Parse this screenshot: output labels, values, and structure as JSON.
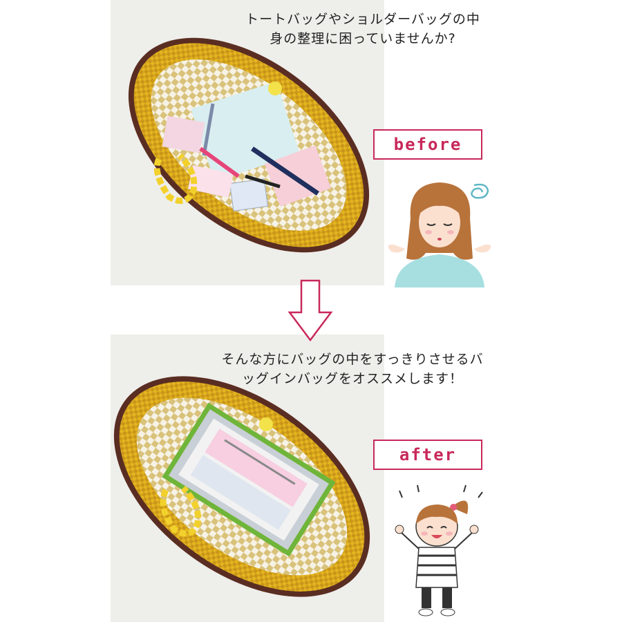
{
  "captions": {
    "top": [
      "トートバッグやショルダーバッグの中",
      "身の整理に困っていませんか?"
    ],
    "bottom": [
      "そんな方にバッグの中をすっきりさせるバ",
      "ッグインバッグをオススメします！"
    ]
  },
  "labels": {
    "before": "before",
    "after": "after"
  },
  "colors": {
    "accent": "#c8285a",
    "bag_weave": "#e0b21e",
    "bag_trim": "#5a2d22",
    "panel_bg": "#eeeeea"
  },
  "icons": [
    "down-arrow-icon",
    "confused-woman-illustration",
    "happy-girl-illustration"
  ]
}
